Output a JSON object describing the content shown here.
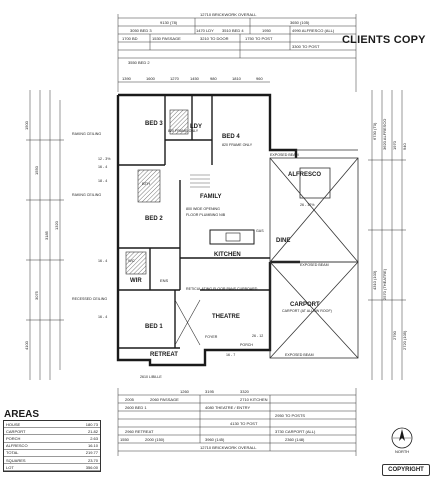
{
  "header": {
    "clients_copy": "CLIENTS COPY"
  },
  "dims_top": {
    "overall": "12710 BRICKWORK OVERALL",
    "d9130": "9130 (78)",
    "d3650": "3650 (105)",
    "d3050bed3": "3050 BED 3",
    "d1470": "1470 LDY",
    "d3510bed4": "3510 BED 4",
    "d1950": "1950",
    "d4990": "4990 ALFRESCO (ALL)",
    "d1700": "1700 BD",
    "d1530passage": "1530 PASSAGE",
    "d3210": "3210 TO DOOR",
    "d1750": "1750 TO POST",
    "d3300": "3300 TO POST",
    "d3550bed2": "3550 BED 2"
  },
  "dims_row2": [
    "1390",
    "1600",
    "1270",
    "1450",
    "980",
    "1810",
    "960"
  ],
  "dims_left": [
    "1500",
    "1550",
    "3185",
    "1320",
    "3075",
    "4100"
  ],
  "dims_right": [
    "6730 (T0)",
    "3620 ALFRESCO",
    "1970",
    "940",
    "4310 (103)",
    "2570 (THEATRE)",
    "2790",
    "2720 (105)"
  ],
  "rooms": {
    "bed1": "BED 1",
    "bed2": "BED 2",
    "bed3": "BED 3",
    "bed4": "BED 4",
    "ldy": "LDY",
    "family": "FAMILY",
    "alfresco": "ALFRESCO",
    "dine": "DINE",
    "kitchen": "KITCHEN",
    "theatre": "THEATRE",
    "carport": "CARPORT",
    "wir": "WIR",
    "retreat": "RETREAT",
    "ens": "ENS",
    "bth": "BTH",
    "wc": "WC"
  },
  "notes": {
    "bed3_frame": "820 FRAME ONLY",
    "bed4_frame": "820 FRAME ONLY",
    "family_stair": "800 WIDE OPENING",
    "family_note": "FLOOR PLUMBING NIB",
    "recessed": "RECESSED CEILING",
    "raking1": "RAKING CEILING",
    "raking2": "RAKING CEILING",
    "exposed1": "EXPOSED BEAM",
    "exposed2": "EXPOSED BEAM",
    "exposed3": "EXPOSED BEAM",
    "gas": "GAS",
    "carport_note": "CARPORT (AT ALLOW ROOF)",
    "theatre_note": "RETICULATING FLOOR PANS CUPBOARD",
    "foyer": "FOYER",
    "porch": "PORCH",
    "retreat_floor": "2610 L/BILLE",
    "ht1": "16 - 4",
    "ht2": "18 - 4",
    "ht3": "16 - 4",
    "ht4": "26 - 12%",
    "ht5": "12 - 3%",
    "ht6": "16 - 4",
    "ht7": "16 - 7",
    "ht8": "26 - 12"
  },
  "dims_bottom": {
    "d1260": "1260",
    "d3195": "3195",
    "d3320": "3320",
    "d2005": "2005",
    "d2060passage": "2060 PASSAGE",
    "d2600bed1": "2600 BED 1",
    "d4080": "4080 THEATRE / ENTRY",
    "d2710kitchen": "2710 KITCHEN",
    "d2950": "2950 TO POSTS",
    "d4130": "4130 TO POST",
    "d2960retreat": "2960 RETREAT",
    "d3730carport": "3730 CARPORT (ALL)",
    "d1550": "1550",
    "d2000": "2000 (150)",
    "d3960": "3960 (145)",
    "d2360": "2360 (148)",
    "overall": "12710 BRICKWORK OVERALL"
  },
  "areas": {
    "title": "AREAS",
    "rows": [
      {
        "label": "HOUSE",
        "value": "180.73"
      },
      {
        "label": "CARPORT",
        "value": "21.82"
      },
      {
        "label": "PORCH",
        "value": "2.63"
      },
      {
        "label": "ALFRESCO",
        "value": "16.10"
      },
      {
        "label": "TOTAL",
        "value": "219.77"
      },
      {
        "label": "SQUARES",
        "value": "23.70"
      },
      {
        "label": "LOT",
        "value": "356.00"
      }
    ]
  },
  "compass": {
    "label": "NORTH"
  },
  "copyright": "COPYRIGHT",
  "colors": {
    "ink": "#1a1a1a",
    "hatch": "#555555",
    "paper": "#ffffff"
  }
}
